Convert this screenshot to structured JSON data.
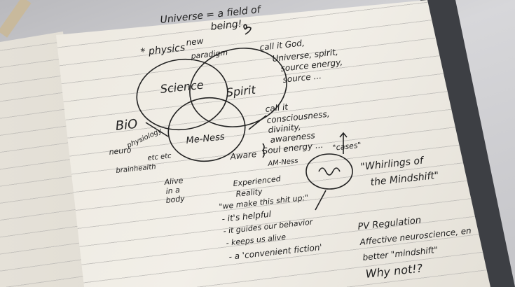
{
  "notes": {
    "title_line1": "Universe = a field of",
    "title_line2": "being!",
    "physics": "* physics",
    "new_paradigm_1": "new",
    "new_paradigm_2": "paradigm",
    "call_god": [
      "call it God,",
      "Universe, spirit,",
      "source energy,",
      "source ..."
    ],
    "science": "Science",
    "spirit": "Spirit",
    "me_ness": "Me-Ness",
    "bio": "BiO",
    "bio_sub": [
      "neuro",
      "physiology",
      "brainhealth",
      "etc etc"
    ],
    "call_consciousness": [
      "call it",
      "consciousness,",
      "divinity,",
      "awareness"
    ],
    "aware": "Aware",
    "soul_energy": "Soul energy ...",
    "am_ness": "AM-Ness",
    "cases": "\"cases\"",
    "whirlings": [
      "\"Whirlings of",
      "the Mindshift\""
    ],
    "alive": [
      "Alive",
      "in a",
      "body"
    ],
    "experienced": [
      "Experienced",
      "Reality"
    ],
    "list_intro": "\"we make this shit up:\"",
    "list": [
      "- it's helpful",
      "- it guides our behavior",
      "- keeps us alive",
      "- a 'convenient fiction'"
    ],
    "pv": [
      "PV Regulation",
      "Affective neuroscience, en",
      "better \"mindshift\"",
      "Why not!?"
    ]
  }
}
